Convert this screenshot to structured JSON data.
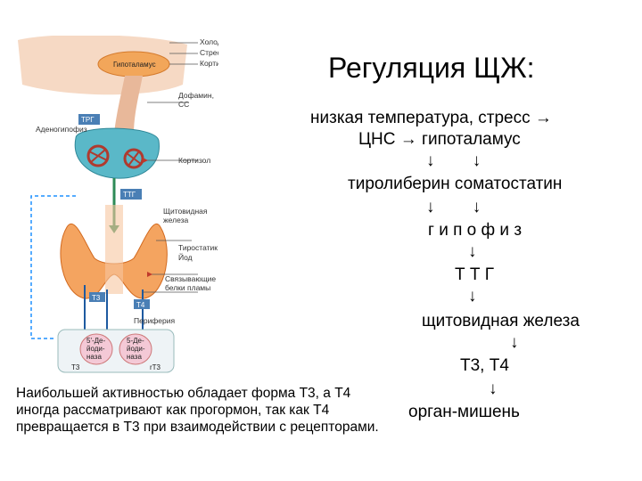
{
  "slide": {
    "title": "Регуляция ЩЖ:",
    "flow": {
      "line1": "низкая температура, стресс →",
      "line2": "ЦНС → гипоталамус",
      "arrows_a": "↓        ↓",
      "line3": "тиролиберин  соматостатин",
      "arrows_b": "↓        ↓",
      "line4": "г и п о ф и з",
      "arrow_c": "↓",
      "line5": "Т Т Г",
      "arrow_d": "↓",
      "line6": "щитовидная железа",
      "arrow_e": "↓",
      "line7": "Т3, Т4",
      "arrow_f": "↓",
      "line8": "орган-мишень"
    },
    "note": "Наибольшей активностью обладает форма Т3, а Т4 иногда рассматривают как прогормон, так как Т4 превращается в Т3 при взаимодействии с рецепторами."
  },
  "figure": {
    "labels": {
      "cold": "Холод",
      "stress": "Стресс",
      "cortisol_top": "Кортизол",
      "hypothalamus": "Гипоталамус",
      "dopamine": "Дофамин,",
      "ss": "СС",
      "trg": "ТРГ",
      "adenohypophysis": "Аденогипофиз",
      "cortisol_mid": "Кортизол",
      "ttg": "ТТГ",
      "thyroid_1": "Щитовидная",
      "thyroid_2": "железа",
      "thyrostatics": "Тиростатик",
      "iodine": "Йод",
      "binding_1": "Связывающие",
      "binding_2": "белки пламы",
      "t3": "Т3",
      "t4": "Т4",
      "periphery": "Периферия",
      "deiod_l1": "5'-Де-",
      "deiod_l2": "йоди-",
      "deiod_l3": "наза",
      "deiod_r1": "5-Де-",
      "deiod_r2": "йоди-",
      "deiod_r3": "наза",
      "out_t3": "T3",
      "out_rt3": "rT3"
    }
  },
  "colors": {
    "hypothalamus": "#f2a65a",
    "pituitary": "#5ab8c8",
    "thyroid": "#f4a460",
    "periphery": "#eef3f6",
    "arrow_blue": "#1e5aa0",
    "arrow_red": "#c0392b",
    "arrow_green": "#2e8b57"
  }
}
